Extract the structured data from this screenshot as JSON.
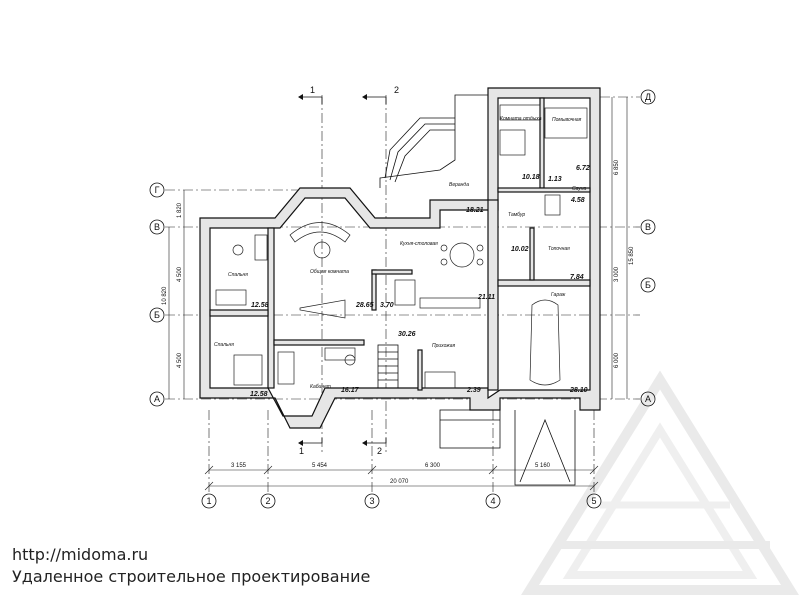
{
  "site": {
    "url": "http://midoma.ru",
    "tagline": "Удаленное строительное проектирование"
  },
  "rooms": [
    {
      "name": "Спальня",
      "area": "12.58"
    },
    {
      "name": "Спальня",
      "area": "12.58"
    },
    {
      "name": "Общая комната",
      "area": "28.65"
    },
    {
      "name": "Кабинет",
      "area": "16.17"
    },
    {
      "name": "Кухня-столовая",
      "area": ""
    },
    {
      "name": "",
      "area": "3.70"
    },
    {
      "name": "Прихожая",
      "area": "30.26"
    },
    {
      "name": "",
      "area": "2.39"
    },
    {
      "name": "",
      "area": "21.11"
    },
    {
      "name": "Веранда",
      "area": "18.21"
    },
    {
      "name": "Тамбур",
      "area": ""
    },
    {
      "name": "",
      "area": "10.02"
    },
    {
      "name": "Топочная",
      "area": "7.84"
    },
    {
      "name": "Гараж",
      "area": "28.10"
    },
    {
      "name": "Комната отдыха",
      "area": "10.18"
    },
    {
      "name": "Помывочная",
      "area": "6.72"
    },
    {
      "name": "",
      "area": "1.13"
    },
    {
      "name": "Сауна",
      "area": "4.58"
    }
  ],
  "axes": {
    "columns": [
      "1",
      "2",
      "3",
      "4",
      "5"
    ],
    "rows": [
      "Д",
      "Г",
      "В",
      "Б",
      "А"
    ]
  },
  "dimensions": {
    "bottom_segments": [
      "3 155",
      "5 454",
      "6 300",
      "5 160"
    ],
    "bottom_total": "20 070",
    "left": [
      "1 820",
      "4 500",
      "10 820",
      "4 500"
    ],
    "right": [
      "6 850",
      "3 000",
      "15 850",
      "6 000"
    ]
  },
  "sections": {
    "labels": [
      "1",
      "2",
      "1",
      "2"
    ]
  },
  "colors": {
    "wall": "#e6e6e6",
    "line": "#111111",
    "watermark": "#e4e4e4"
  }
}
